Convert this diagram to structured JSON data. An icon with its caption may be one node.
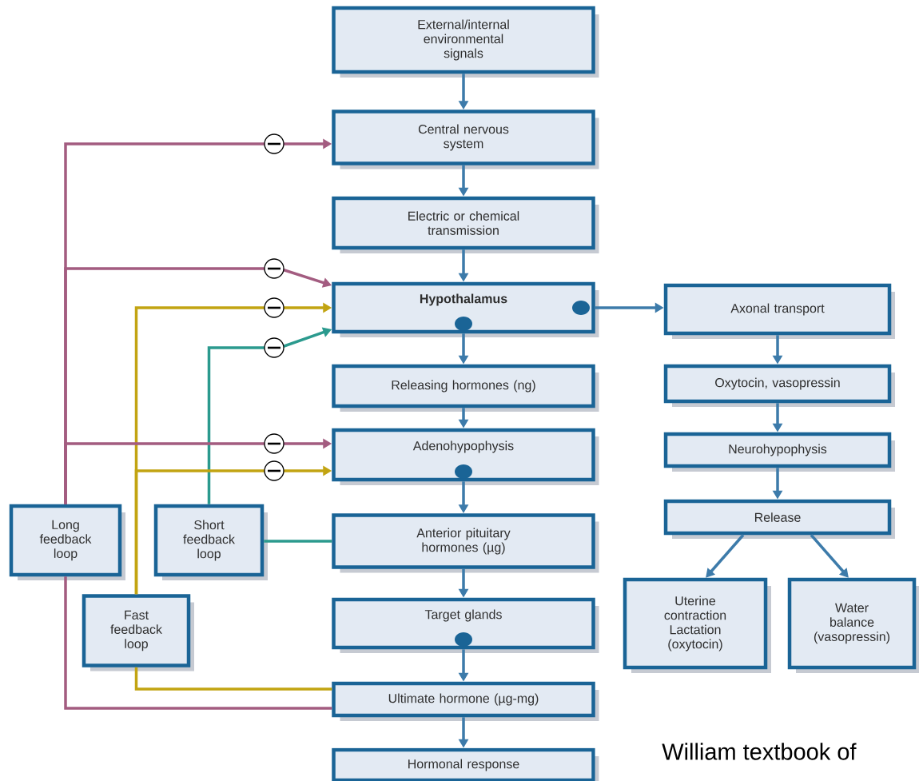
{
  "diagram": {
    "nodes": [
      {
        "text": [
          "External/internal environmental signals"
        ]
      },
      {
        "text": [
          "Central nervous system"
        ]
      },
      {
        "text": [
          "Electric or chemical transmission"
        ]
      },
      {
        "text": [
          "Hypothalamus"
        ]
      },
      {
        "text": [
          "Axonal transport"
        ]
      },
      {
        "text": [
          "Releasing hormones (ng)"
        ]
      },
      {
        "text": [
          "Oxytocin, vasopressin"
        ]
      },
      {
        "text": [
          "Adenohypophysis"
        ]
      },
      {
        "text": [
          "Neurohypophysis"
        ]
      },
      {
        "text": [
          "Release"
        ]
      },
      {
        "text": [
          "Long feedback loop"
        ]
      },
      {
        "text": [
          "Short feedback loop"
        ]
      },
      {
        "text": [
          "Anterior pituitary hormones (µg)"
        ]
      },
      {
        "text": [
          "Fast feedback loop"
        ]
      },
      {
        "text": [
          "Uterine contraction Lactation (oxytocin)"
        ]
      },
      {
        "text": [
          "Water balance (vasopressin)"
        ]
      },
      {
        "text": [
          "Target glands"
        ]
      },
      {
        "text": [
          "Ultimate hormone (µg-mg)"
        ]
      },
      {
        "text": [
          "Hormonal response"
        ]
      }
    ],
    "edges": [
      {
        "from": 0,
        "to": 1,
        "arrow": "to"
      },
      {
        "from": 1,
        "to": 2,
        "arrow": "to"
      },
      {
        "from": 2,
        "to": 3,
        "arrow": "to"
      },
      {
        "from": 3,
        "to": 4,
        "arrow": "to"
      },
      {
        "from": 3,
        "to": 5,
        "arrow": "to"
      },
      {
        "from": 4,
        "to": 6,
        "arrow": "to"
      },
      {
        "from": 5,
        "to": 7,
        "arrow": "to"
      },
      {
        "from": 6,
        "to": 8,
        "arrow": "to"
      },
      {
        "from": 7,
        "to": 12,
        "arrow": "to"
      },
      {
        "from": 8,
        "to": 9,
        "arrow": "to"
      },
      {
        "from": 9,
        "to": 14,
        "arrow": "to"
      },
      {
        "from": 9,
        "to": 15,
        "arrow": "to"
      },
      {
        "from": 12,
        "to": 16,
        "arrow": "to"
      },
      {
        "from": 16,
        "to": 17,
        "arrow": "to"
      },
      {
        "from": 17,
        "to": 18,
        "arrow": "to"
      },
      {
        "from": 10,
        "to": 1,
        "arrow": "to",
        "color": "#a35c80"
      },
      {
        "from": 10,
        "to": 3,
        "arrow": "to",
        "color": "#a35c80"
      },
      {
        "from": 13,
        "to": 3,
        "arrow": "to",
        "color": "#c2a412"
      },
      {
        "from": 11,
        "to": 3,
        "arrow": "to",
        "color": "#2b9a8e"
      },
      {
        "from": 10,
        "to": 7,
        "arrow": "to",
        "color": "#a35c80"
      },
      {
        "from": 13,
        "to": 7,
        "arrow": "to",
        "color": "#c2a412"
      },
      {
        "from": 12,
        "to": 11,
        "arrow": "none",
        "color": "#2b9a8e"
      },
      {
        "from": 17,
        "to": 13,
        "arrow": "none",
        "color": "#c2a412"
      },
      {
        "from": 17,
        "to": 10,
        "arrow": "none",
        "color": "#a35c80"
      }
    ],
    "labels": [
      "William textbook of"
    ]
  }
}
